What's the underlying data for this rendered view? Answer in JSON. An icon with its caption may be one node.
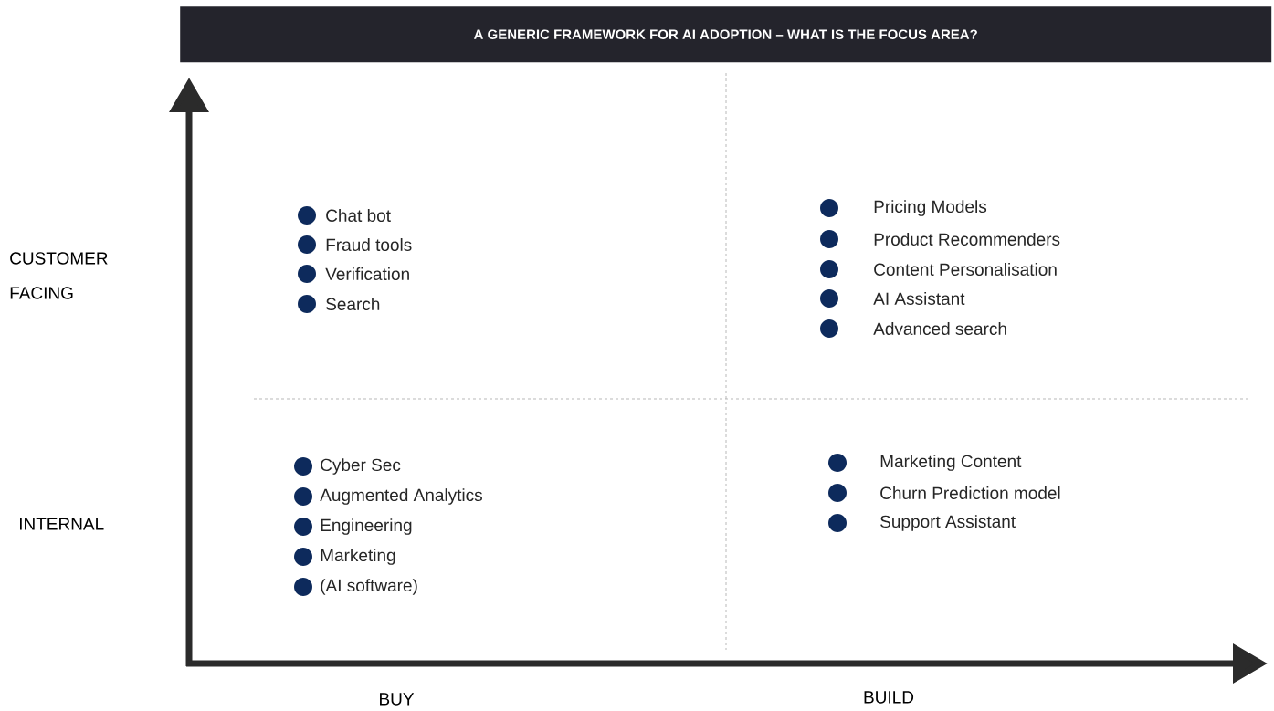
{
  "diagram": {
    "title": "A GENERIC FRAMEWORK FOR AI ADOPTION – WHAT IS THE FOCUS AREA?",
    "labels": [
      "CUSTOMER FACING",
      "Chat bot",
      "Fraud tools",
      "Verification",
      "Search",
      "Pricing Models",
      "Product Recommenders",
      "Content Personalisation",
      "AI Assistant",
      "Advanced search",
      "INTERNAL",
      "Cyber Sec",
      "Augmented Analytics",
      "Engineering",
      "Marketing",
      "(AI software)",
      "Marketing Content",
      "Churn Prediction model",
      "Support Assistant",
      "BUY",
      "BUILD"
    ]
  }
}
